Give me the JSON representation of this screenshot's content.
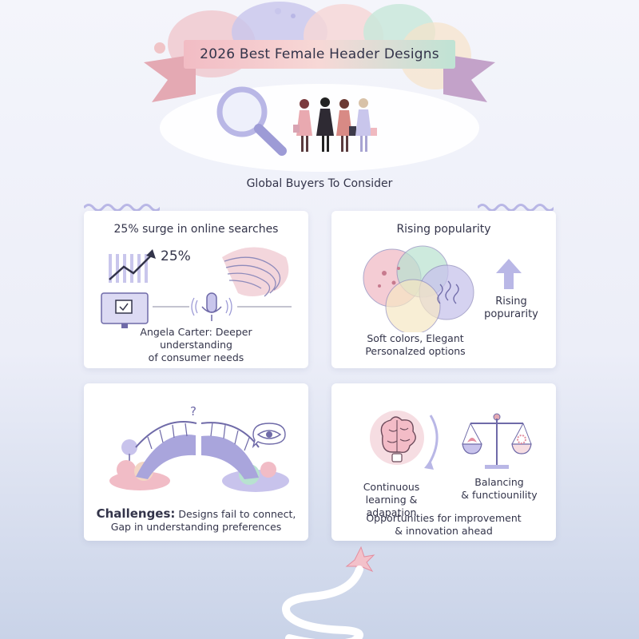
{
  "header": {
    "banner_title": "2026 Best Female Header Designs",
    "subtitle": "Global Buyers To Consider"
  },
  "cards": {
    "search": {
      "title": "25% surge in online searches",
      "stat": "25%",
      "caption_line1": "Angela Carter: Deeper",
      "caption_line2": "understanding",
      "caption_line3": "of consumer needs"
    },
    "popularity": {
      "title": "Rising popularity",
      "arrow_label_line1": "Rising",
      "arrow_label_line2": "popurarity",
      "caption_line1": "Soft colors, Elegant",
      "caption_line2": "Personalzed options"
    },
    "challenges": {
      "heading": "Challenges:",
      "text_line1": "Designs fail to connect,",
      "text_line2": "Gap in understanding preferences"
    },
    "opportunities": {
      "left_label_line1": "Continuous",
      "left_label_line2": "learning & adapation",
      "right_label_line1": "Balancing",
      "right_label_line2": "& functiounility",
      "caption_line1": "Opportunities for improvement",
      "caption_line2": "& innovation ahead"
    }
  },
  "colors": {
    "lavender": "#b9b7e6",
    "pink": "#ecc3c9",
    "mint": "#bfe3d4",
    "peach": "#f3d6c4",
    "text": "#33344a"
  },
  "icons": [
    "magnifier-icon",
    "women-group-icon",
    "trend-arrow-icon",
    "monitor-icon",
    "microphone-icon",
    "brain-icon",
    "scale-icon",
    "bridge-icon",
    "eye-icon",
    "up-arrow-icon",
    "sparkle-icon"
  ]
}
